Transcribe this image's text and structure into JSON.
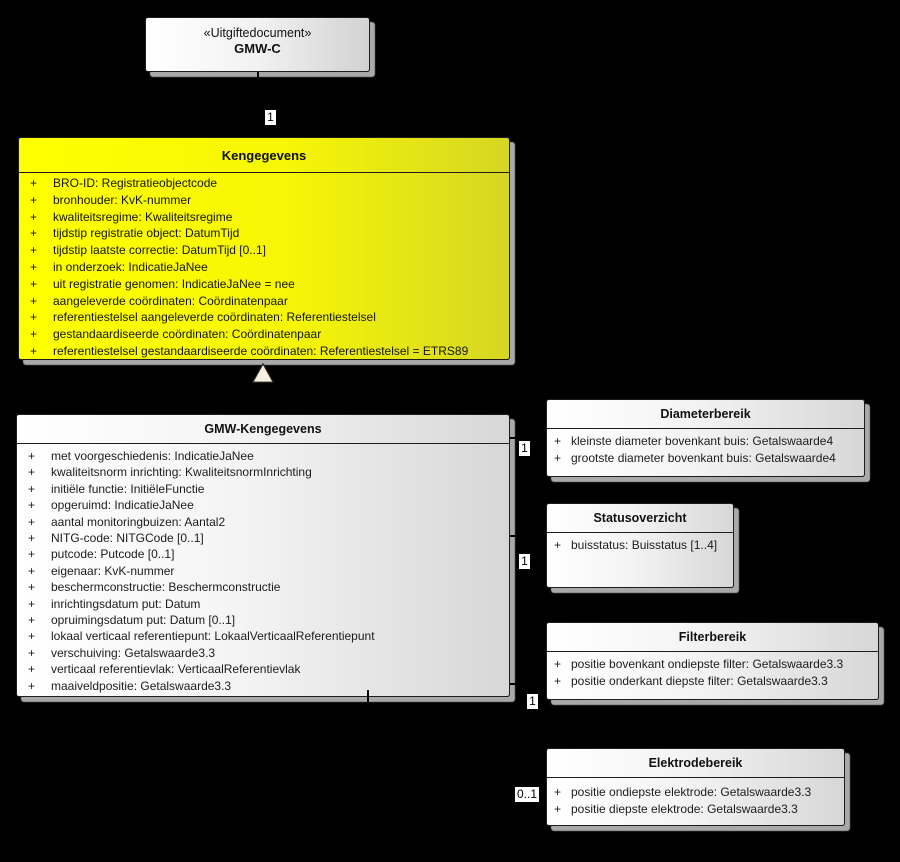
{
  "diagram": {
    "background_color": "#000000",
    "visibility_symbol": "+",
    "colors": {
      "kengegevens_fill": "#ffff00",
      "class_fill": "#ffffff",
      "class_fill_shade": "#d7d7d7",
      "border": "#1d1d1d",
      "shadow": "#a9a9a9",
      "triangle_fill": "#f7efe2"
    },
    "document_box": {
      "stereotype": "«Uitgiftedocument»",
      "name": "GMW-C",
      "association_multiplicity": "1"
    },
    "kengegevens": {
      "name": "Kengegevens",
      "attributes": [
        "BRO-ID: Registratieobjectcode",
        "bronhouder: KvK-nummer",
        "kwaliteitsregime: Kwaliteitsregime",
        "tijdstip registratie object: DatumTijd",
        "tijdstip laatste correctie: DatumTijd [0..1]",
        "in onderzoek: IndicatieJaNee",
        "uit registratie genomen: IndicatieJaNee = nee",
        "aangeleverde coördinaten: Coördinatenpaar",
        "referentiestelsel aangeleverde coördinaten: Referentiestelsel",
        "gestandaardiseerde coördinaten: Coördinatenpaar",
        "referentiestelsel gestandaardiseerde coördinaten: Referentiestelsel = ETRS89"
      ]
    },
    "gmw_kengegevens": {
      "name": "GMW-Kengegevens",
      "attributes": [
        "met voorgeschiedenis: IndicatieJaNee",
        "kwaliteitsnorm inrichting: KwaliteitsnormInrichting",
        "initiële functie: InitiëleFunctie",
        "opgeruimd: IndicatieJaNee",
        "aantal monitoringbuizen: Aantal2",
        "NITG-code: NITGCode [0..1]",
        "putcode: Putcode [0..1]",
        "eigenaar: KvK-nummer",
        "beschermconstructie: Beschermconstructie",
        "inrichtingsdatum put: Datum",
        "opruimingsdatum put: Datum [0..1]",
        "lokaal verticaal referentiepunt: LokaalVerticaalReferentiepunt",
        "verschuiving: Getalswaarde3.3",
        "verticaal referentievlak: VerticaalReferentievlak",
        "maaiveldpositie: Getalswaarde3.3"
      ]
    },
    "related": [
      {
        "name": "Diameterbereik",
        "multiplicity": "1",
        "attributes": [
          "kleinste diameter bovenkant buis: Getalswaarde4",
          "grootste diameter bovenkant buis: Getalswaarde4"
        ]
      },
      {
        "name": "Statusoverzicht",
        "multiplicity": "1",
        "attributes": [
          "buisstatus: Buisstatus [1..4]"
        ]
      },
      {
        "name": "Filterbereik",
        "multiplicity": "1",
        "attributes": [
          "positie bovenkant ondiepste filter: Getalswaarde3.3",
          "positie onderkant diepste filter: Getalswaarde3.3"
        ]
      },
      {
        "name": "Elektrodebereik",
        "multiplicity": "0..1",
        "attributes": [
          "positie ondiepste elektrode: Getalswaarde3.3",
          "positie diepste elektrode: Getalswaarde3.3"
        ]
      }
    ]
  }
}
